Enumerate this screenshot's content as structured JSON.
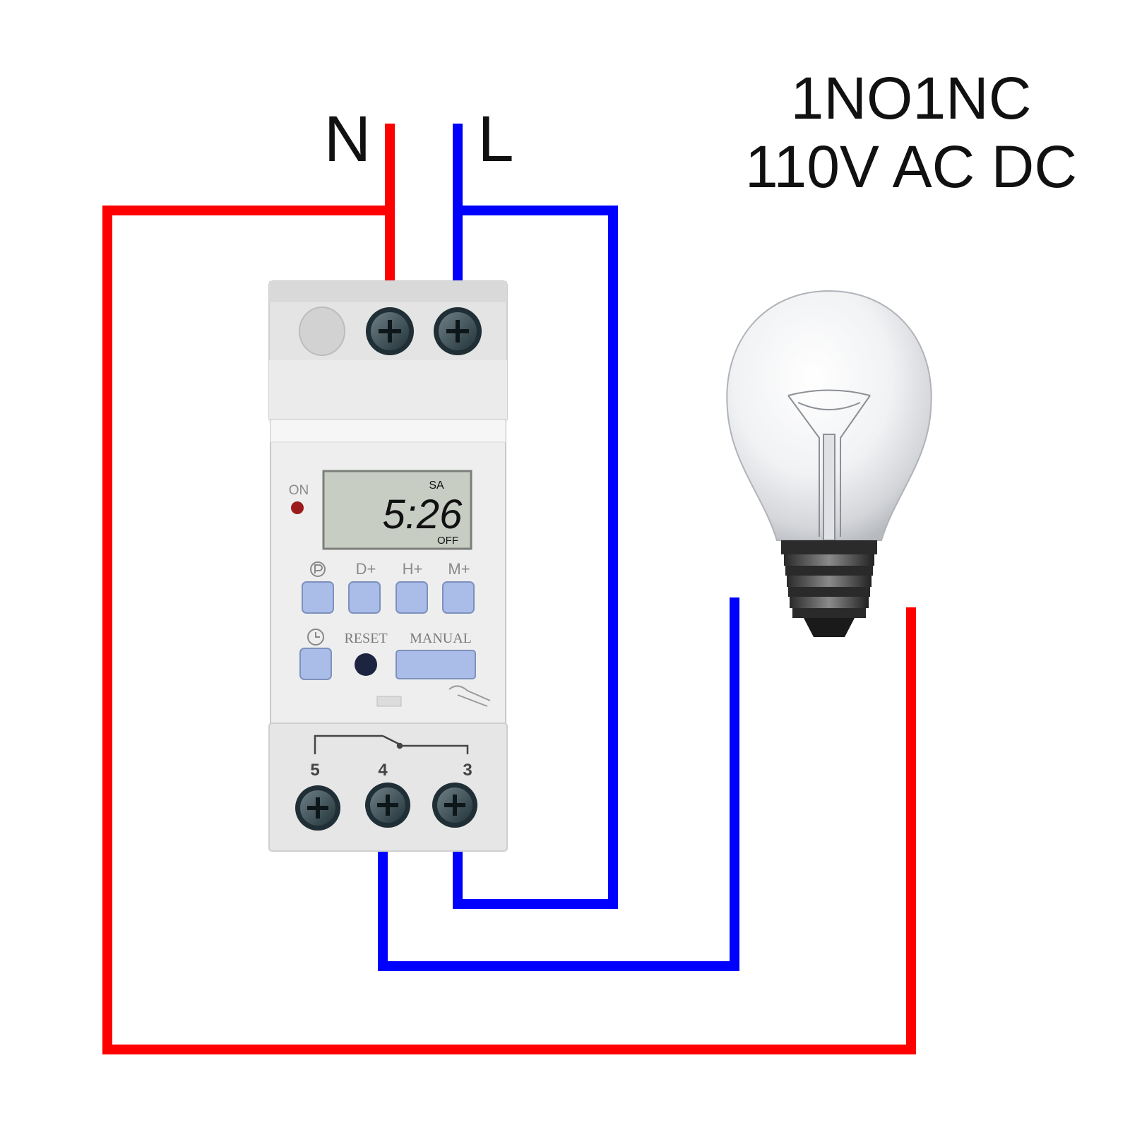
{
  "heading": {
    "contact_type": "1NO1NC",
    "voltage": "110V AC DC"
  },
  "supply_labels": {
    "neutral": "N",
    "line": "L"
  },
  "timer": {
    "led_label": "ON",
    "lcd": {
      "day": "SA",
      "time": "5:26",
      "state": "OFF"
    },
    "buttons": {
      "d_plus": "D+",
      "h_plus": "H+",
      "m_plus": "M+",
      "reset": "RESET",
      "manual": "MANUAL"
    },
    "terminals": {
      "left": "5",
      "middle": "4",
      "right": "3"
    }
  },
  "colors": {
    "neutral_wire": "#ff0000",
    "line_wire": "#0000ff",
    "housing": "#e6e6e6",
    "button": "#a9bde8",
    "lcd_bg": "#c8cdc4"
  }
}
